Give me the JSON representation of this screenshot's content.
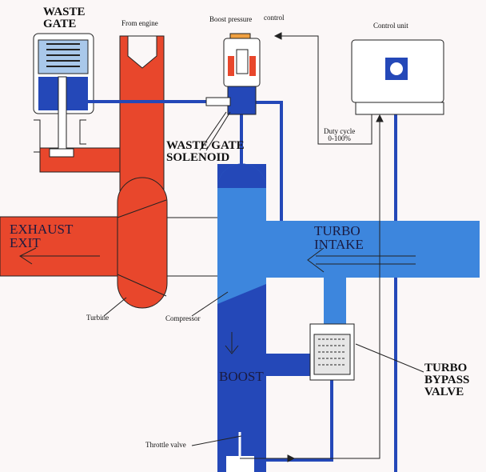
{
  "labels": {
    "waste_gate": "WASTE\nGATE",
    "from_engine": "From engine",
    "boost_pressure": "Boost pressure",
    "control": "control",
    "control_unit": "Control unit",
    "waste_gate_solenoid": "WASTE GATE\nSOLENOID",
    "duty_cycle": "Duty cycle\n0-100%",
    "exhaust_exit": "EXHAUST\nEXIT",
    "turbo_intake": "TURBO\nINTAKE",
    "turbine": "Turbine",
    "compressor": "Compressor",
    "boost": "BOOST",
    "turbo_bypass_valve": "TURBO\nBYPASS\nVALVE",
    "throttle_valve": "Throttle valve"
  },
  "colors": {
    "exhaust_red": "#e8472c",
    "intake_light_blue": "#3d86dd",
    "boost_dark_blue": "#2448b8",
    "wastegate_spring_blue": "#a9c8ea"
  }
}
